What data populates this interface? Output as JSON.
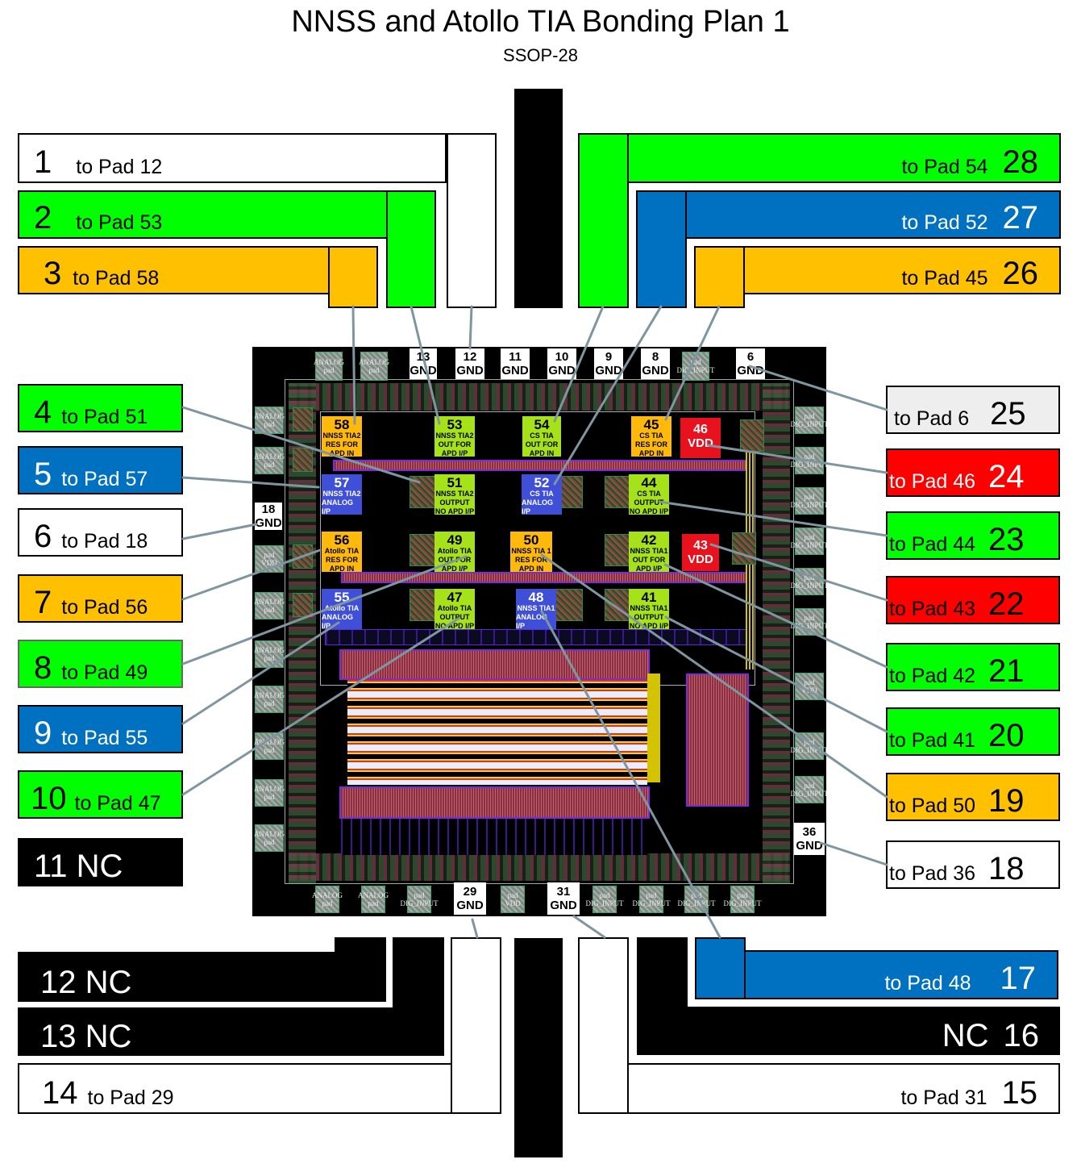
{
  "title": "NNSS and Atollo TIA Bonding Plan 1",
  "subtitle": "SSOP-28",
  "colors": {
    "green": "#00ff00",
    "blue": "#0070c0",
    "orange": "#ffc000",
    "red": "#ff0000",
    "white": "#ffffff",
    "light_gray": "#eeeeee",
    "black": "#000000",
    "wire": "#7f96a0"
  },
  "pins": {
    "p1": {
      "num": "1",
      "text": "to Pad 12",
      "color": "white"
    },
    "p2": {
      "num": "2",
      "text": "to Pad 53",
      "color": "green"
    },
    "p3": {
      "num": "3",
      "text": "to Pad 58",
      "color": "orange"
    },
    "p4": {
      "num": "4",
      "text": "to Pad 51",
      "color": "green"
    },
    "p5": {
      "num": "5",
      "text": "to Pad 57",
      "color": "blue"
    },
    "p6": {
      "num": "6",
      "text": "to Pad 18",
      "color": "white"
    },
    "p7": {
      "num": "7",
      "text": "to Pad 56",
      "color": "orange"
    },
    "p8": {
      "num": "8",
      "text": "to Pad 49",
      "color": "green"
    },
    "p9": {
      "num": "9",
      "text": "to Pad 55",
      "color": "blue"
    },
    "p10": {
      "num": "10",
      "text": "to Pad 47",
      "color": "green"
    },
    "p11": {
      "num": "11 NC",
      "text": "",
      "color": "black"
    },
    "p12": {
      "num": "12 NC",
      "text": "",
      "color": "black"
    },
    "p13": {
      "num": "13 NC",
      "text": "",
      "color": "black"
    },
    "p14": {
      "num": "14",
      "text": "to Pad 29",
      "color": "white"
    },
    "p15": {
      "num": "15",
      "text": "to Pad 31",
      "color": "white"
    },
    "p16": {
      "num": "16",
      "text": "NC",
      "color": "black"
    },
    "p17": {
      "num": "17",
      "text": "to Pad 48",
      "color": "blue"
    },
    "p18": {
      "num": "18",
      "text": "to Pad 36",
      "color": "white"
    },
    "p19": {
      "num": "19",
      "text": "to Pad 50",
      "color": "orange"
    },
    "p20": {
      "num": "20",
      "text": "to Pad 41",
      "color": "green"
    },
    "p21": {
      "num": "21",
      "text": "to Pad 42",
      "color": "green"
    },
    "p22": {
      "num": "22",
      "text": "to Pad 43",
      "color": "red"
    },
    "p23": {
      "num": "23",
      "text": "to Pad 44",
      "color": "green"
    },
    "p24": {
      "num": "24",
      "text": "to Pad 46",
      "color": "red"
    },
    "p25": {
      "num": "25",
      "text": "to Pad 6",
      "color": "light_gray"
    },
    "p26": {
      "num": "26",
      "text": "to Pad 45",
      "color": "orange"
    },
    "p27": {
      "num": "27",
      "text": "to Pad 52",
      "color": "blue"
    },
    "p28": {
      "num": "28",
      "text": "to Pad 54",
      "color": "green"
    }
  },
  "chip": {
    "gnd_pads": {
      "g13": {
        "num": "13",
        "label": "GND"
      },
      "g12": {
        "num": "12",
        "label": "GND"
      },
      "g11": {
        "num": "11",
        "label": "GND"
      },
      "g10": {
        "num": "10",
        "label": "GND"
      },
      "g9": {
        "num": "9",
        "label": "GND"
      },
      "g8": {
        "num": "8",
        "label": "GND"
      },
      "g6": {
        "num": "6",
        "label": "GND"
      },
      "g18": {
        "num": "18",
        "label": "GND"
      },
      "g36": {
        "num": "36",
        "label": "GND"
      },
      "g29": {
        "num": "29",
        "label": "GND"
      },
      "g31": {
        "num": "31",
        "label": "GND"
      }
    },
    "io_labels": {
      "analog": "ANALOG pad",
      "vdd": "pad VDD",
      "input": "pad DIG_INPUT"
    },
    "bond_pads": {
      "b58": {
        "num": "58",
        "l1": "NNSS TIA2",
        "l2": "RES FOR",
        "l3": "APD IN",
        "color": "orange"
      },
      "b53": {
        "num": "53",
        "l1": "NNSS TIA2",
        "l2": "OUT FOR",
        "l3": "APD I/P",
        "color": "green"
      },
      "b54": {
        "num": "54",
        "l1": "CS TIA",
        "l2": "OUT FOR",
        "l3": "APD IN",
        "color": "green"
      },
      "b45": {
        "num": "45",
        "l1": "CS TIA",
        "l2": "RES FOR",
        "l3": "APD IN",
        "color": "orange"
      },
      "b46": {
        "num": "46",
        "l1": "VDD",
        "color": "red"
      },
      "b57": {
        "num": "57",
        "l1": "NNSS TIA2",
        "l2": "ANALOG I/P",
        "color": "blue"
      },
      "b51": {
        "num": "51",
        "l1": "NNSS TIA2",
        "l2": "OUTPUT",
        "l3": "NO APD I/P",
        "color": "green"
      },
      "b52": {
        "num": "52",
        "l1": "CS TIA",
        "l2": "ANALOG I/P",
        "color": "blue"
      },
      "b44": {
        "num": "44",
        "l1": "CS TIA",
        "l2": "OUTPUT",
        "l3": "NO APD I/P",
        "color": "green"
      },
      "b56": {
        "num": "56",
        "l1": "Atollo TIA",
        "l2": "RES FOR",
        "l3": "APD IN",
        "color": "orange"
      },
      "b49": {
        "num": "49",
        "l1": "Atollo TIA",
        "l2": "OUT FOR",
        "l3": "APD I/P",
        "color": "green"
      },
      "b50": {
        "num": "50",
        "l1": "NNSS TIA 1",
        "l2": "RES FOR",
        "l3": "APD IN",
        "color": "orange"
      },
      "b42": {
        "num": "42",
        "l1": "NNSS TIA1",
        "l2": "OUT FOR",
        "l3": "APD I/P",
        "color": "green"
      },
      "b43": {
        "num": "43",
        "l1": "VDD",
        "color": "red"
      },
      "b55": {
        "num": "55",
        "l1": "Atollo TIA",
        "l2": "ANALOG I/P",
        "color": "blue"
      },
      "b47": {
        "num": "47",
        "l1": "Atollo TIA",
        "l2": "OUTPUT",
        "l3": "NO APD I/P",
        "color": "green"
      },
      "b48": {
        "num": "48",
        "l1": "NNSS TIA1",
        "l2": "ANALOG I/P",
        "color": "blue"
      },
      "b41": {
        "num": "41",
        "l1": "NNSS TIA1",
        "l2": "OUTPUT",
        "l3": "NO APD I/P",
        "color": "green"
      }
    }
  }
}
